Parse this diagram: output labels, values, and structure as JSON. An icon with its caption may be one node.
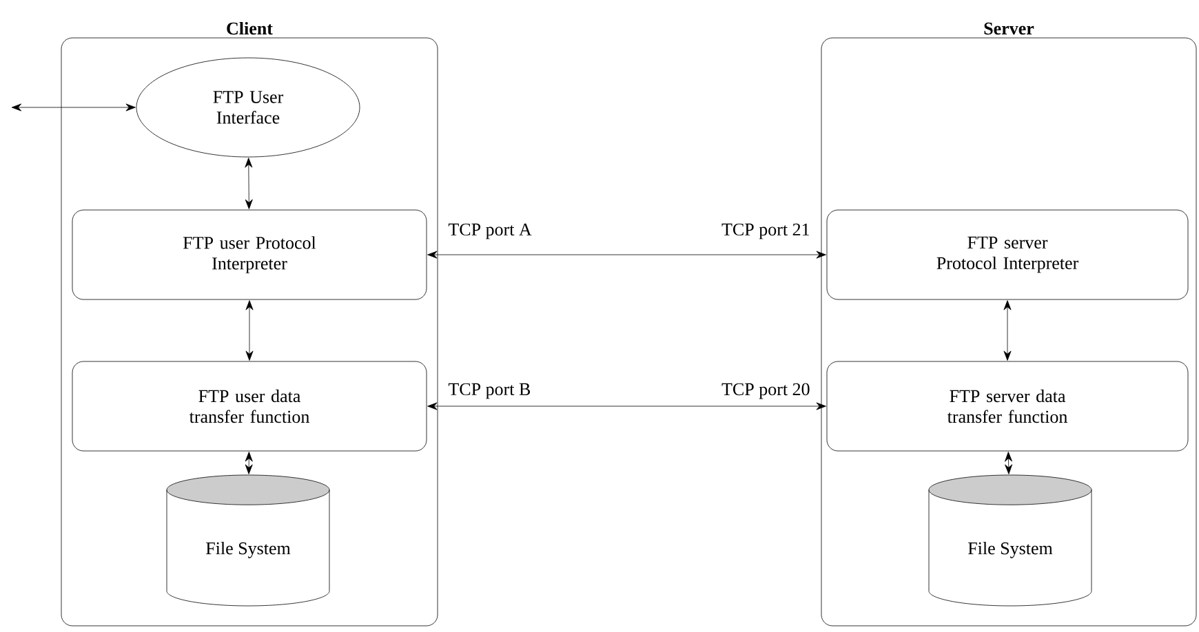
{
  "diagram": {
    "nodes": [
      {
        "text": [
          "Client"
        ]
      },
      {
        "text": [
          "FTP User Interface"
        ],
        "in": 0
      },
      {
        "text": [
          "FTP user Protocol Interpreter"
        ],
        "in": 0
      },
      {
        "text": [
          "FTP user data transfer function"
        ],
        "in": 0
      },
      {
        "text": [
          "File System"
        ],
        "in": 0
      },
      {
        "text": [
          "Server"
        ]
      },
      {
        "text": [
          "FTP server Protocol Interpreter"
        ],
        "in": 5
      },
      {
        "text": [
          "FTP server data transfer function"
        ],
        "in": 5
      },
      {
        "text": [
          "File System"
        ],
        "in": 5
      }
    ],
    "edges": [
      {
        "from": null,
        "to": 1,
        "arrow": "both"
      },
      {
        "from": 1,
        "to": 2,
        "arrow": "both"
      },
      {
        "from": 2,
        "to": 3,
        "arrow": "both"
      },
      {
        "from": 3,
        "to": 4,
        "arrow": "both"
      },
      {
        "from": 2,
        "to": 6,
        "arrow": "both"
      },
      {
        "from": 3,
        "to": 7,
        "arrow": "both"
      },
      {
        "from": 6,
        "to": 7,
        "arrow": "both"
      },
      {
        "from": 7,
        "to": 8,
        "arrow": "both"
      }
    ],
    "labels": [
      "TCP port A",
      "TCP port 21",
      "TCP port B",
      "TCP port 20"
    ]
  }
}
